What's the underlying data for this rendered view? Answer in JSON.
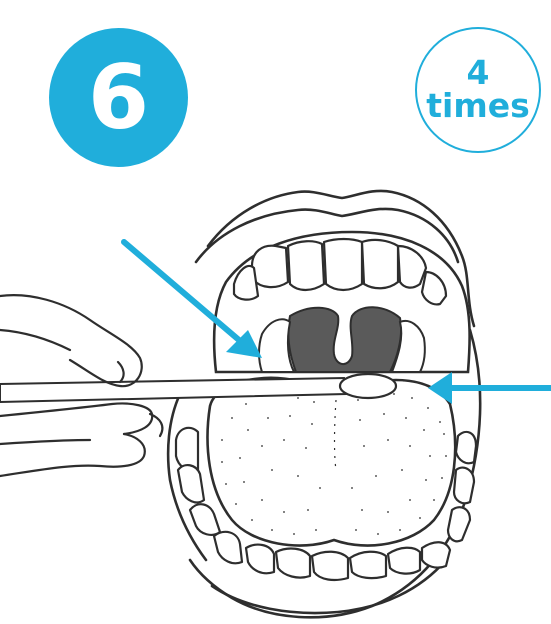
{
  "step": {
    "number": "6"
  },
  "repeat": {
    "count": "4",
    "unit": "times"
  },
  "colors": {
    "accent": "#20aedb",
    "ink": "#2e2e2e",
    "throat": "#5a5a5a",
    "background": "#ffffff"
  },
  "icons": [
    "arrow-right-down-icon",
    "arrow-left-icon"
  ]
}
